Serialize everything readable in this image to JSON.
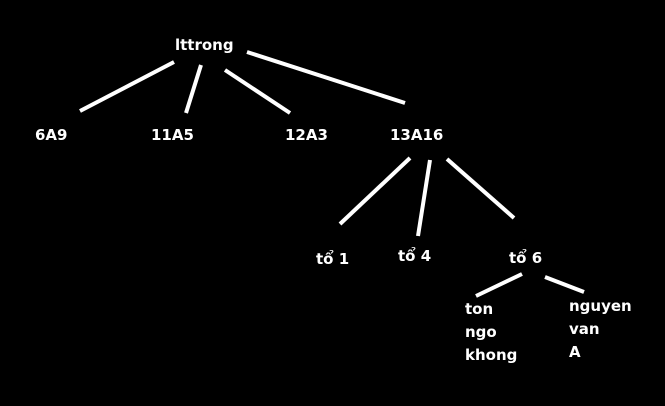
{
  "colors": {
    "background": "#000000",
    "foreground": "#ffffff"
  },
  "tree": {
    "root": "lttrong",
    "classes": {
      "c6a9": "6A9",
      "c11a5": "11A5",
      "c12a3": "12A3",
      "c13a16": "13A16"
    },
    "groups": {
      "to1": "tổ 1",
      "to4": "tổ 4",
      "to6": "tổ 6"
    },
    "members": {
      "m1": [
        "ton",
        "ngo",
        "khong"
      ],
      "m2": [
        "nguyen",
        "van",
        "A"
      ]
    }
  }
}
